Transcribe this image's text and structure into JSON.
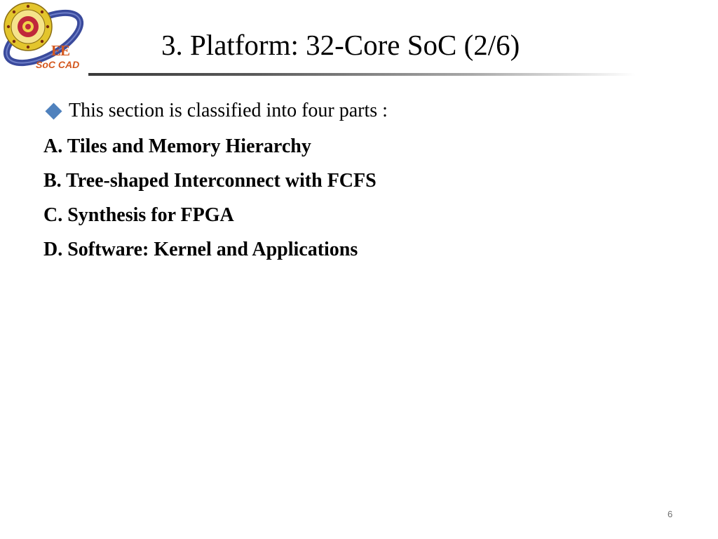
{
  "logo": {
    "line1": "EE",
    "line2": "SoC CAD",
    "colors": {
      "orbit": "#3a4a9c",
      "seal_ring": "#e3c52c",
      "seal_center": "#c0283a",
      "text": "#d4581f"
    }
  },
  "title": "3. Platform: 32-Core SoC (2/6)",
  "intro": {
    "bullet_icon": "diamond-bullet",
    "bullet_color": "#4f81bd",
    "text": "This section is classified into four parts :"
  },
  "parts": [
    "A. Tiles and Memory Hierarchy",
    "B. Tree-shaped Interconnect with FCFS",
    "C. Synthesis for FPGA",
    "D. Software: Kernel and Applications"
  ],
  "page_number": "6"
}
